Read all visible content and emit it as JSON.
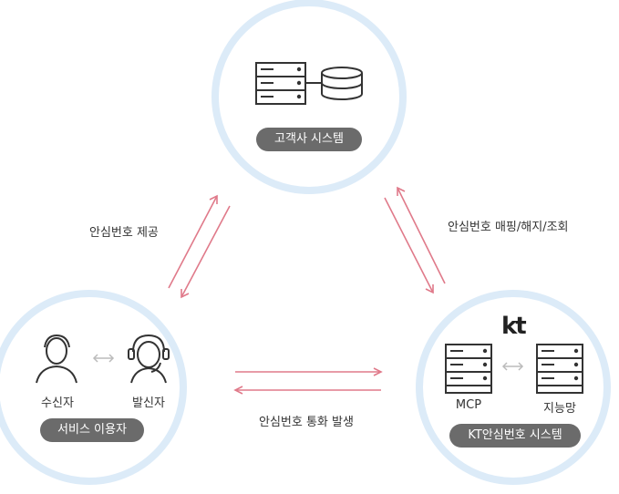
{
  "nodes": {
    "customer": {
      "label": "고객사 시스템"
    },
    "users": {
      "label": "서비스 이용자",
      "receiver": "수신자",
      "caller": "발신자"
    },
    "kt": {
      "label": "KT안심번호 시스템",
      "logo": "kt",
      "mcp": "MCP",
      "network": "지능망"
    }
  },
  "edges": {
    "users_customer": "안심번호 제공",
    "customer_kt": "안심번호 매핑/해지/조회",
    "users_kt": "안심번호 통화 발생"
  },
  "colors": {
    "ring": "#dcebf8",
    "arrow": "#e07a8a",
    "pill": "#6b6b6b",
    "icon": "#333333",
    "kt_red": "#e8203c"
  },
  "icons": [
    "server-icon",
    "database-icon",
    "person-icon",
    "headset-person-icon",
    "bidirectional-arrow-icon",
    "kt-logo"
  ]
}
